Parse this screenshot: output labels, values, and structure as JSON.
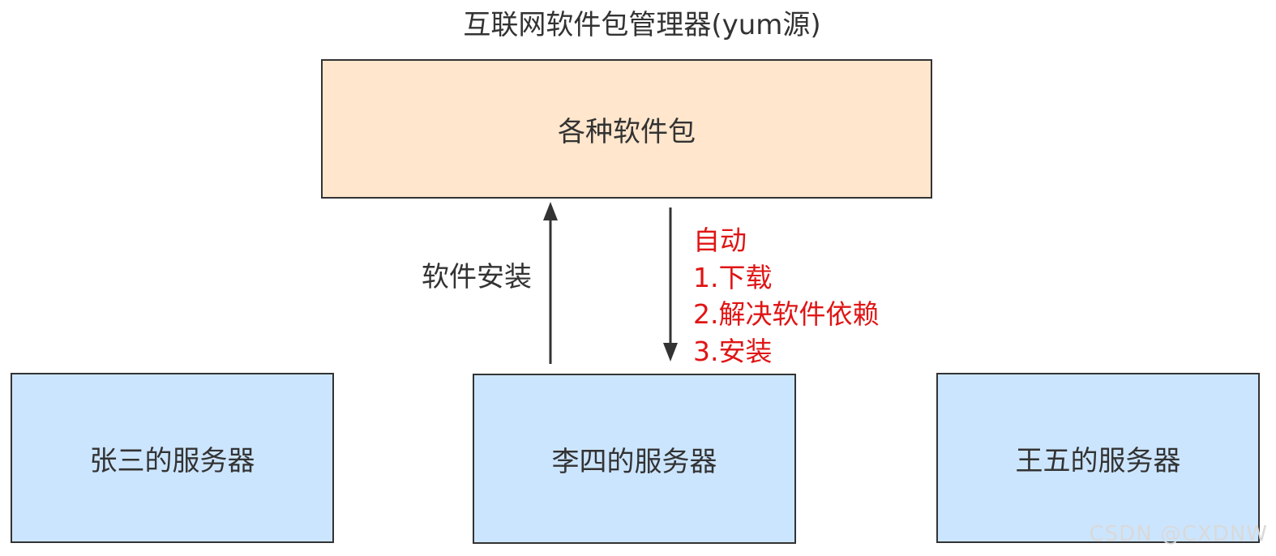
{
  "title": "互联网软件包管理器(yum源)",
  "repo_box": {
    "label": "各种软件包"
  },
  "servers": [
    {
      "label": "张三的服务器"
    },
    {
      "label": "李四的服务器"
    },
    {
      "label": "王五的服务器"
    }
  ],
  "edges": {
    "upload_label": "软件安装",
    "download_steps": [
      "自动",
      "1.下载",
      "2.解决软件依赖",
      "3.安装"
    ]
  },
  "colors": {
    "repo_fill": "#ffe6cc",
    "server_fill": "#cce5ff",
    "stroke": "#333333",
    "step_text": "#e01515"
  },
  "watermark": "CSDN @CXDNW"
}
